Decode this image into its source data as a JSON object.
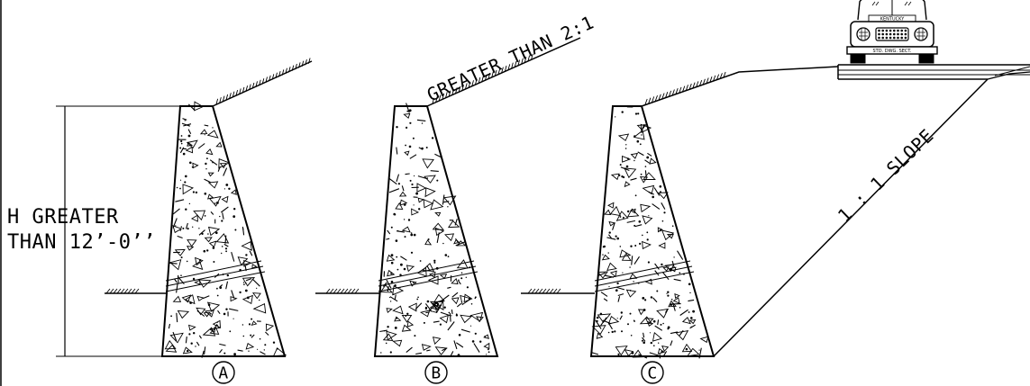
{
  "labels": {
    "height_line1": "H GREATER",
    "height_line2": "THAN 12’-0’’",
    "slope_b": "GREATER THAN 2:1",
    "slope_c": "1 : 1 SLOPE",
    "wall_a": "A",
    "wall_b": "B",
    "wall_c": "C",
    "truck_plate": "KENTUCKY",
    "truck_bumper": "STD. DWG. SECT."
  },
  "colors": {
    "ink": "#000000",
    "background": "#ffffff"
  },
  "icons": {
    "vehicle": "truck-front-icon"
  }
}
